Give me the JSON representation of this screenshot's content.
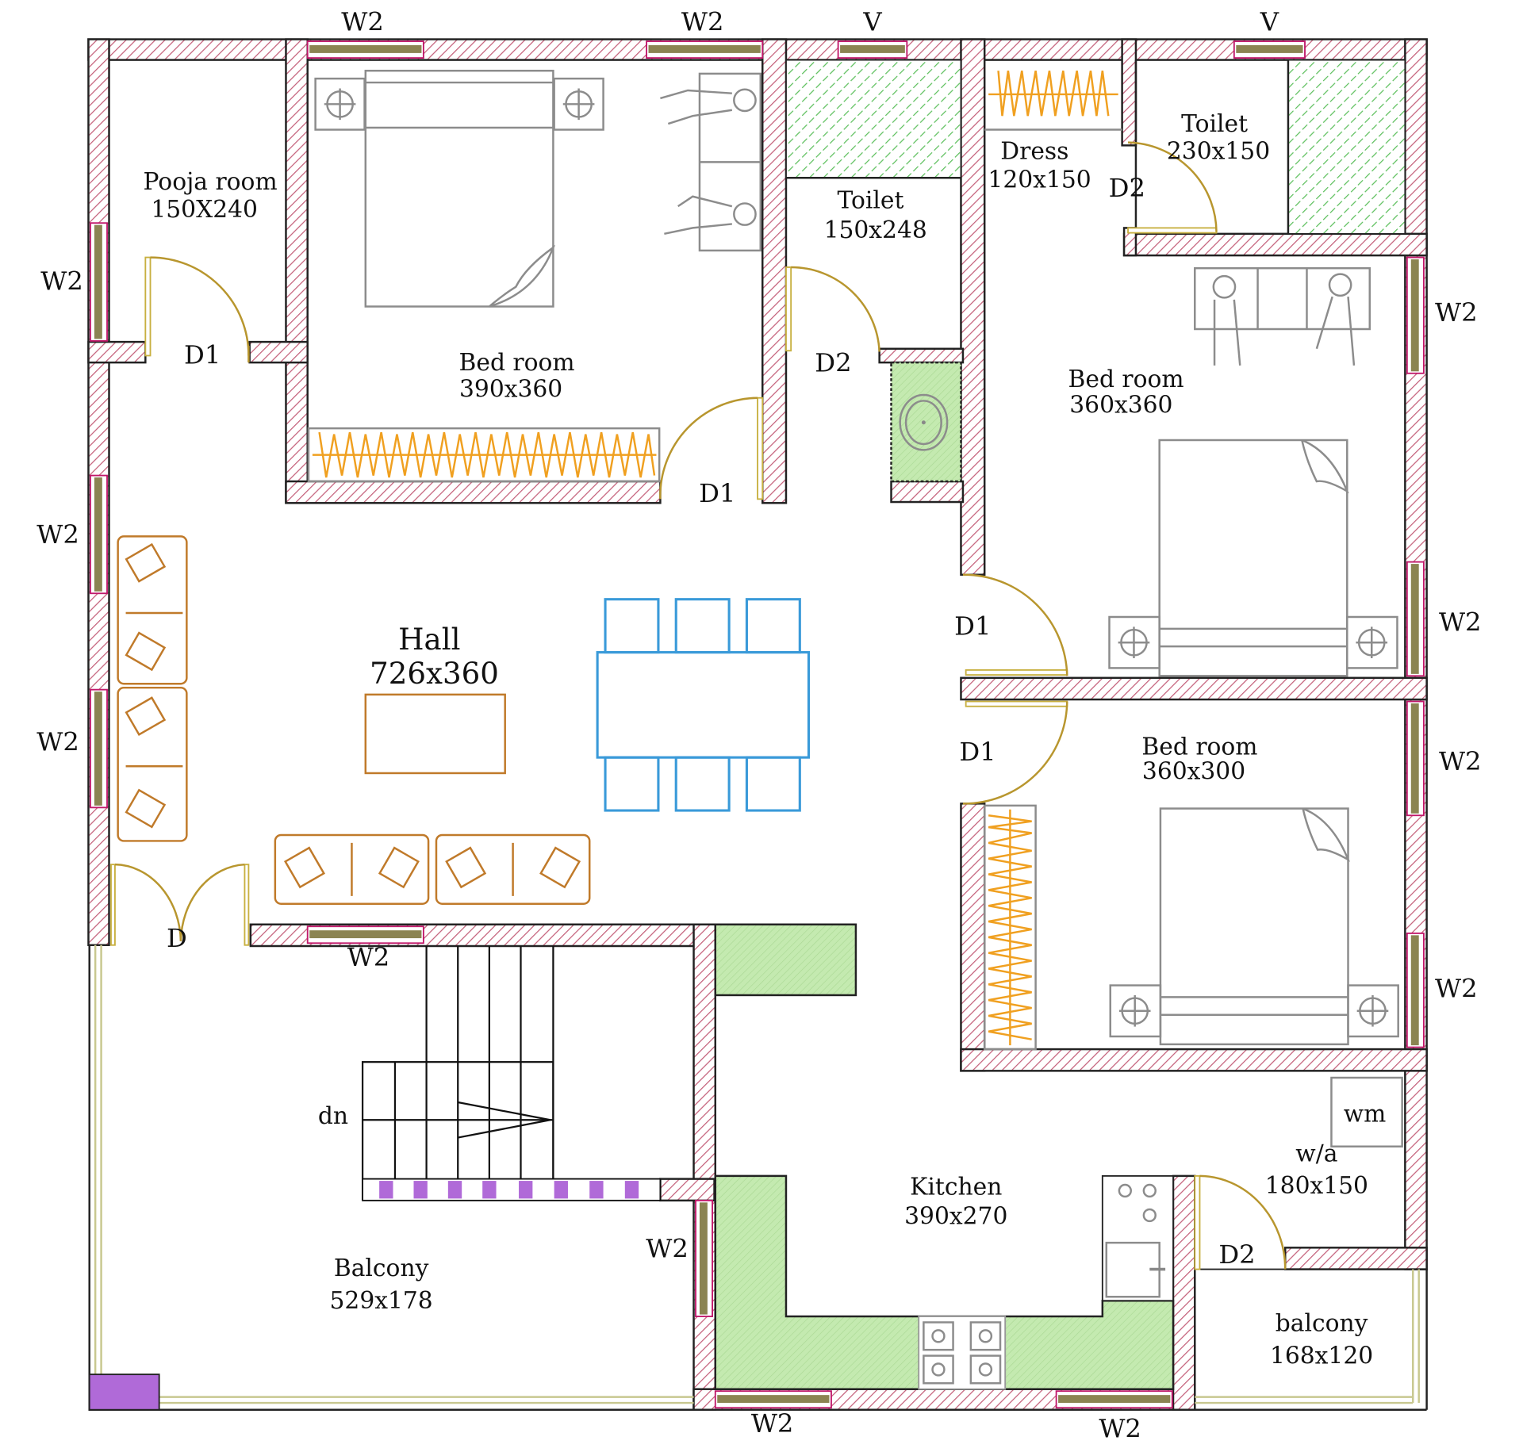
{
  "plan": {
    "title": "Residential floor plan",
    "colors": {
      "wall_hatch": "#c4607a",
      "window_fill": "#8b8452",
      "window_frame": "#c0186a",
      "door_swing": "#b8962e",
      "wardrobe": "#f0a020",
      "tile_green": "#b9e3a6",
      "hall_furniture": "#c07a2a",
      "dining": "#3a9ad9",
      "stair_landing": "#b06ad8"
    },
    "rooms": [
      {
        "id": "pooja",
        "name": "Pooja room",
        "dim": "150X240"
      },
      {
        "id": "bed1",
        "name": "Bed room",
        "dim": "390x360"
      },
      {
        "id": "toilet1",
        "name": "Toilet",
        "dim": "150x248"
      },
      {
        "id": "dress",
        "name": "Dress",
        "dim": "120x150"
      },
      {
        "id": "toilet2",
        "name": "Toilet",
        "dim": "230x150"
      },
      {
        "id": "bed2",
        "name": "Bed room",
        "dim": "360x360"
      },
      {
        "id": "hall",
        "name": "Hall",
        "dim": "726x360"
      },
      {
        "id": "bed3",
        "name": "Bed room",
        "dim": "360x300"
      },
      {
        "id": "balcony1",
        "name": "Balcony",
        "dim": "529x178"
      },
      {
        "id": "kitchen",
        "name": "Kitchen",
        "dim": "390x270"
      },
      {
        "id": "wa",
        "name": "w/a",
        "dim": "180x150"
      },
      {
        "id": "balcony2",
        "name": "balcony",
        "dim": "168x120"
      }
    ],
    "labels": {
      "stairs": "dn",
      "washing_machine": "wm"
    },
    "doors": [
      {
        "id": "d-pooja",
        "tag": "D1"
      },
      {
        "id": "d-bed1",
        "tag": "D1"
      },
      {
        "id": "d-toilet1",
        "tag": "D2"
      },
      {
        "id": "d-toilet2",
        "tag": "D2"
      },
      {
        "id": "d-bed2",
        "tag": "D1"
      },
      {
        "id": "d-bed3",
        "tag": "D1"
      },
      {
        "id": "d-main",
        "tag": "D"
      },
      {
        "id": "d-wa",
        "tag": "D2"
      }
    ],
    "windows": [
      {
        "id": "w-top-1",
        "tag": "W2"
      },
      {
        "id": "w-top-2",
        "tag": "W2"
      },
      {
        "id": "v-top-1",
        "tag": "V"
      },
      {
        "id": "v-top-2",
        "tag": "V"
      },
      {
        "id": "w-left-1",
        "tag": "W2"
      },
      {
        "id": "w-left-2",
        "tag": "W2"
      },
      {
        "id": "w-left-3",
        "tag": "W2"
      },
      {
        "id": "w-right-1",
        "tag": "W2"
      },
      {
        "id": "w-right-2",
        "tag": "W2"
      },
      {
        "id": "w-right-3",
        "tag": "W2"
      },
      {
        "id": "w-right-4",
        "tag": "W2"
      },
      {
        "id": "w-stair",
        "tag": "W2"
      },
      {
        "id": "w-balc-kitchen",
        "tag": "W2"
      },
      {
        "id": "w-bottom-1",
        "tag": "W2"
      },
      {
        "id": "w-bottom-2",
        "tag": "W2"
      }
    ]
  }
}
